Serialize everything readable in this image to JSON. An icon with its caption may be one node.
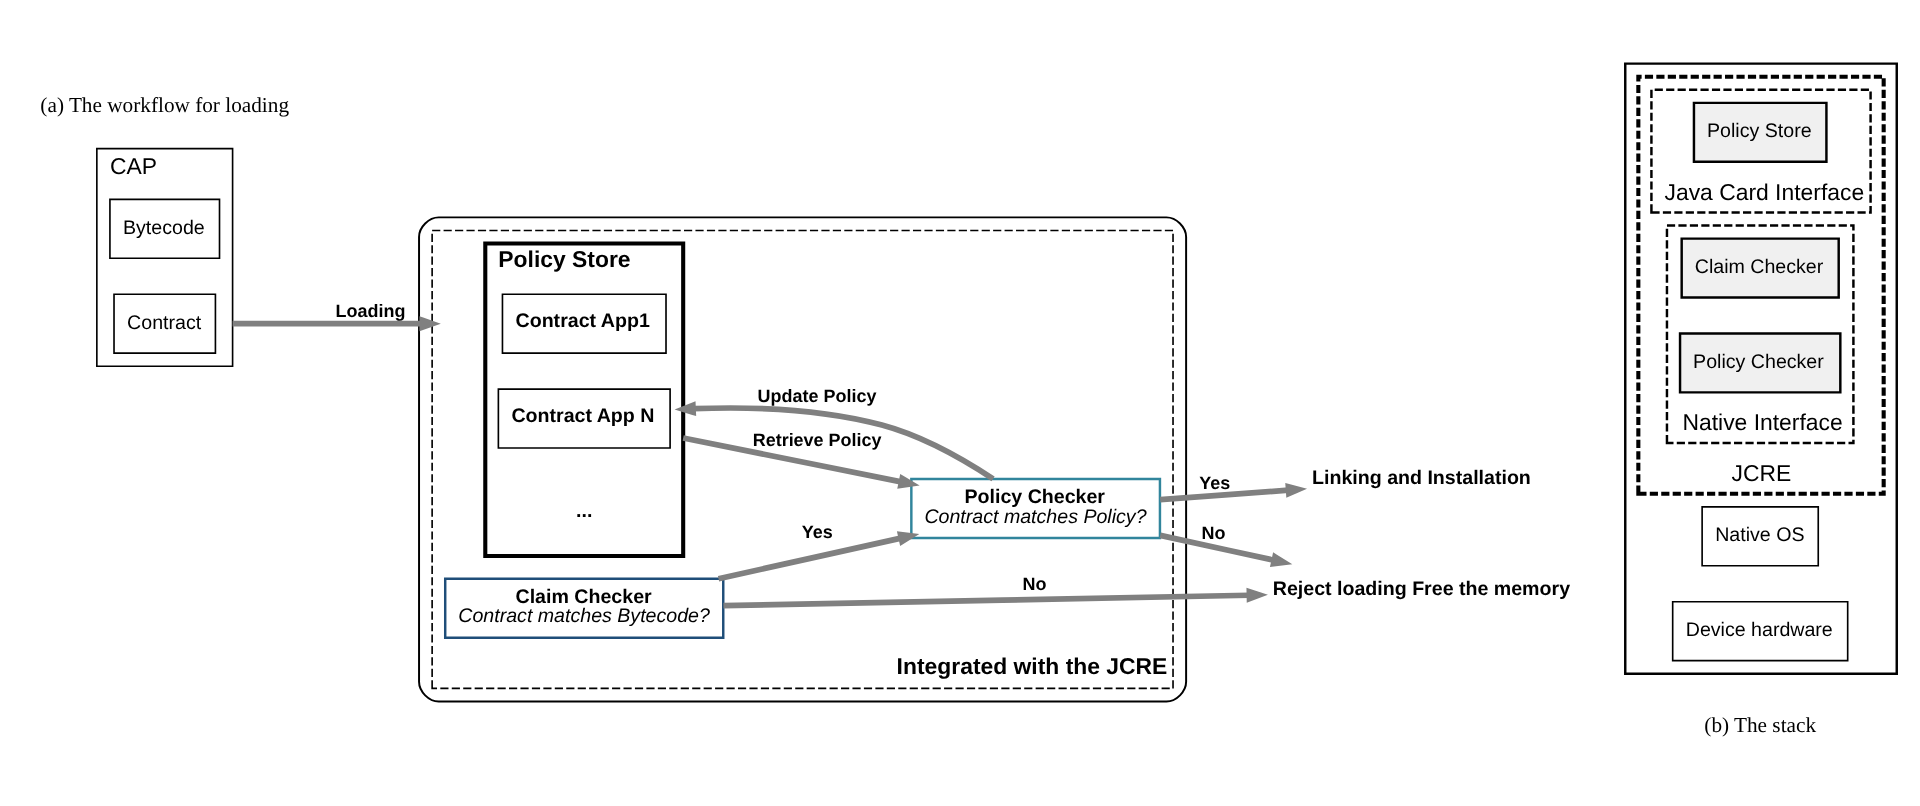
{
  "diagram": {
    "nodes": [
      {
        "text": [
          "CAP"
        ]
      },
      {
        "text": [
          "Bytecode"
        ],
        "in": 0
      },
      {
        "text": [
          "Contract"
        ],
        "in": 0
      },
      {
        "text": [],
        "shape": "box"
      },
      {
        "text": [
          "Integrated with the JCRE"
        ],
        "in": 3
      },
      {
        "text": [
          "Policy Store"
        ],
        "in": 4
      },
      {
        "text": [
          "Contract App1"
        ],
        "in": 5
      },
      {
        "text": [
          "Contract App N"
        ],
        "in": 5
      },
      {
        "text": [
          "Claim Checker",
          "Contract matches Bytecode?"
        ],
        "in": 4
      },
      {
        "text": [
          "Policy Checker",
          "Contract matches Policy?"
        ],
        "in": 4
      },
      {
        "text": [
          "Reject loading Free the memory"
        ]
      },
      {
        "text": [
          "Linking and Installation"
        ]
      },
      {
        "text": [],
        "shape": "box"
      },
      {
        "text": [
          "JCRE"
        ],
        "in": 12
      },
      {
        "text": [
          "Java Card Interface"
        ],
        "in": 13
      },
      {
        "text": [
          "Policy Store"
        ],
        "in": 14
      },
      {
        "text": [
          "Native Interface"
        ],
        "in": 13
      },
      {
        "text": [
          "Claim Checker"
        ],
        "in": 16
      },
      {
        "text": [
          "Policy Checker"
        ],
        "in": 16
      },
      {
        "text": [
          "Native OS"
        ],
        "in": 12
      },
      {
        "text": [
          "Device hardware"
        ],
        "in": 12
      }
    ],
    "edges": [
      {
        "from": 0,
        "to": 4,
        "arrow": "to",
        "label": "Loading"
      },
      {
        "from": 5,
        "to": 9,
        "arrow": "to",
        "label": "Retrieve Policy"
      },
      {
        "from": 8,
        "to": 9,
        "arrow": "to",
        "label": "Yes"
      },
      {
        "from": 9,
        "to": 11,
        "arrow": "to",
        "label": "Yes"
      },
      {
        "from": 9,
        "to": 5,
        "arrow": "to",
        "label": "Update Policy"
      },
      {
        "from": 8,
        "to": 10,
        "arrow": "to",
        "label": "No"
      },
      {
        "from": 9,
        "to": 10,
        "arrow": "to",
        "label": "No"
      }
    ],
    "labels": [
      "...",
      "(a) The workflow for loading",
      "(b) The stack"
    ]
  }
}
